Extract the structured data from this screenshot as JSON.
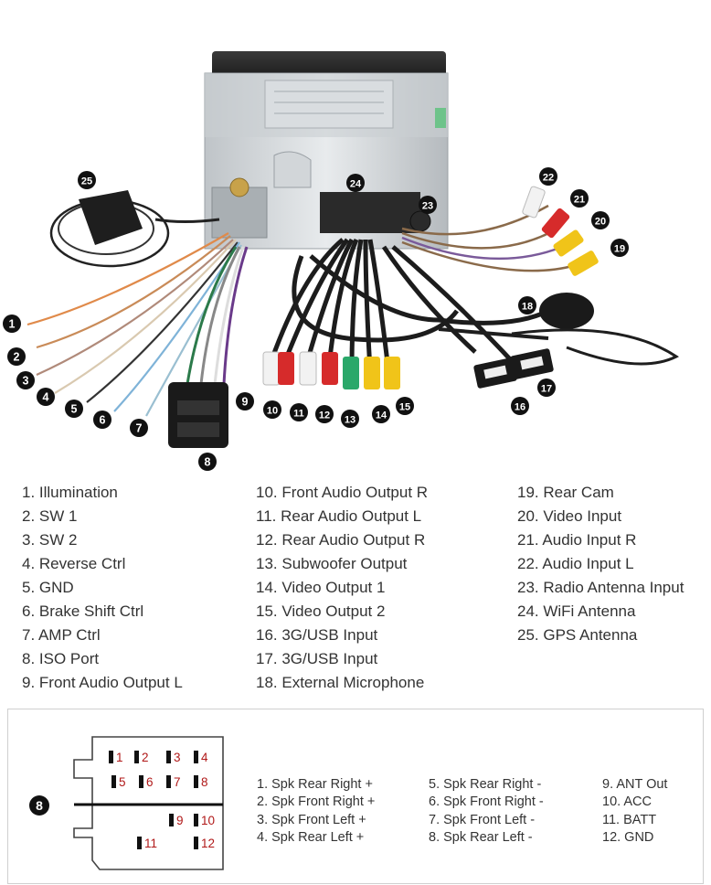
{
  "callouts": [
    "1",
    "2",
    "3",
    "4",
    "5",
    "6",
    "7",
    "8",
    "9",
    "10",
    "11",
    "12",
    "13",
    "14",
    "15",
    "16",
    "17",
    "18",
    "19",
    "20",
    "21",
    "22",
    "23",
    "24",
    "25"
  ],
  "legend": {
    "col1": [
      "1. Illumination",
      "2. SW 1",
      "3. SW 2",
      "4. Reverse Ctrl",
      "5. GND",
      "6. Brake Shift Ctrl",
      "7. AMP Ctrl",
      "8. ISO Port",
      "9. Front Audio Output L"
    ],
    "col2": [
      "10. Front Audio Output R",
      "11. Rear Audio Output L",
      "12. Rear Audio Output R",
      "13. Subwoofer Output",
      "14. Video Output 1",
      "15. Video Output 2",
      "16. 3G/USB Input",
      "17. 3G/USB Input",
      "18. External Microphone"
    ],
    "col3": [
      "19. Rear Cam",
      "20. Video Input",
      "21. Audio Input R",
      "22. Audio Input L",
      "23. Radio Antenna Input",
      "24. WiFi Antenna",
      "25. GPS Antenna"
    ]
  },
  "iso": {
    "callout": "8",
    "pin_numbers": [
      "1",
      "2",
      "3",
      "4",
      "5",
      "6",
      "7",
      "8",
      "9",
      "10",
      "11",
      "12"
    ],
    "pins_col1": [
      "1. Spk Rear Right +",
      "2. Spk Front Right +",
      "3. Spk Front Left +",
      "4. Spk Rear Left +"
    ],
    "pins_col2": [
      "5. Spk Rear Right -",
      "6. Spk Front Right -",
      "7. Spk Front Left -",
      "8. Spk Rear Left -"
    ],
    "pins_col3": [
      "9. ANT Out",
      "10. ACC",
      "11. BATT",
      "12. GND"
    ]
  },
  "colors": {
    "callout_fill": "#111111",
    "pin_label": "#b01818",
    "text": "#333333"
  }
}
